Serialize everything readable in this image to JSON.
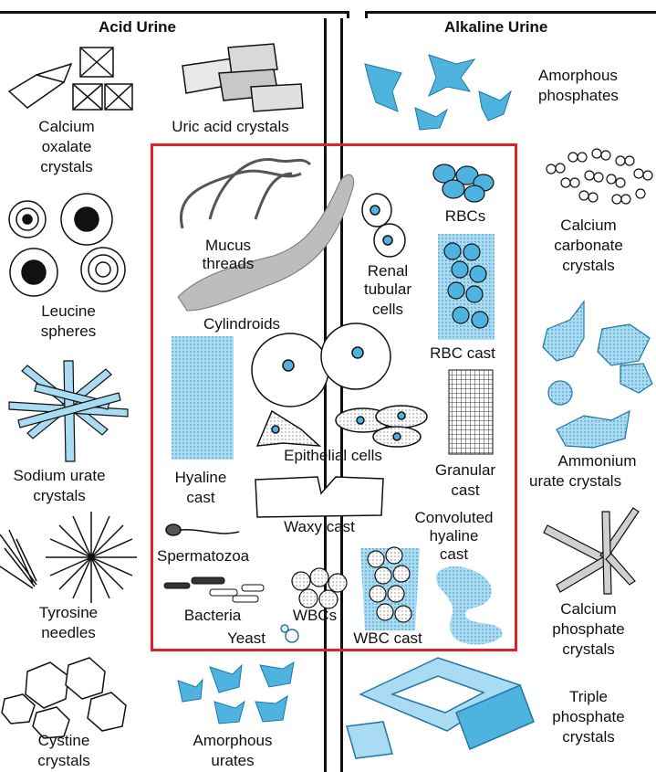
{
  "headings": {
    "acid": "Acid Urine",
    "alkaline": "Alkaline Urine"
  },
  "acid_side": {
    "calcium_oxalate": [
      "Calcium",
      "oxalate",
      "crystals"
    ],
    "uric_acid": "Uric acid crystals",
    "leucine": [
      "Leucine",
      "spheres"
    ],
    "sodium_urate": [
      "Sodium urate",
      "crystals"
    ],
    "tyrosine": [
      "Tyrosine",
      "needles"
    ],
    "cystine": [
      "Cystine",
      "crystals"
    ],
    "amorphous_urates": [
      "Amorphous",
      "urates"
    ]
  },
  "alkaline_side": {
    "amorphous_phosphates": [
      "Amorphous",
      "phosphates"
    ],
    "calcium_carbonate": [
      "Calcium",
      "carbonate",
      "crystals"
    ],
    "ammonium_urate": [
      "Ammonium",
      "urate crystals"
    ],
    "calcium_phosphate": [
      "Calcium",
      "phosphate",
      "crystals"
    ],
    "triple_phosphate": [
      "Triple",
      "phosphate",
      "crystals"
    ]
  },
  "center": {
    "mucus": [
      "Mucus",
      "threads"
    ],
    "cylindroids": "Cylindroids",
    "renal": [
      "Renal",
      "tubular",
      "cells"
    ],
    "rbcs": "RBCs",
    "rbc_cast": "RBC cast",
    "hyaline": [
      "Hyaline",
      "cast"
    ],
    "epithelial": "Epithelial cells",
    "granular": [
      "Granular",
      "cast"
    ],
    "waxy": "Waxy cast",
    "convoluted": [
      "Convoluted",
      "hyaline",
      "cast"
    ],
    "sperm": "Spermatozoa",
    "bacteria": "Bacteria",
    "wbcs": "WBCs",
    "yeast": "Yeast",
    "wbc_cast": "WBC cast"
  },
  "colors": {
    "highlight_box": "#e0202a",
    "cell_blue": "#4fb3e0",
    "line": "#111111"
  }
}
